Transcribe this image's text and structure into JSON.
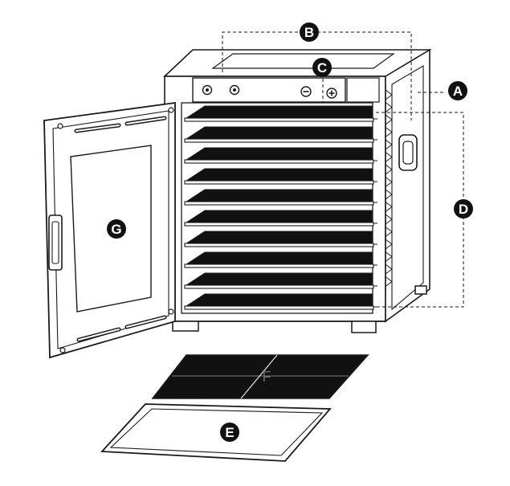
{
  "colors": {
    "ink": "#1a1a1a",
    "fill_dark": "#111111",
    "paper": "#ffffff"
  },
  "labels": {
    "A": "A",
    "B": "B",
    "C": "C",
    "D": "D",
    "E": "E",
    "F": "F",
    "G": "G"
  },
  "icons": {
    "control_panel": [
      "knob-icon",
      "knob-icon",
      "minus-button-icon",
      "plus-button-icon"
    ]
  },
  "trays": {
    "count": 10
  }
}
